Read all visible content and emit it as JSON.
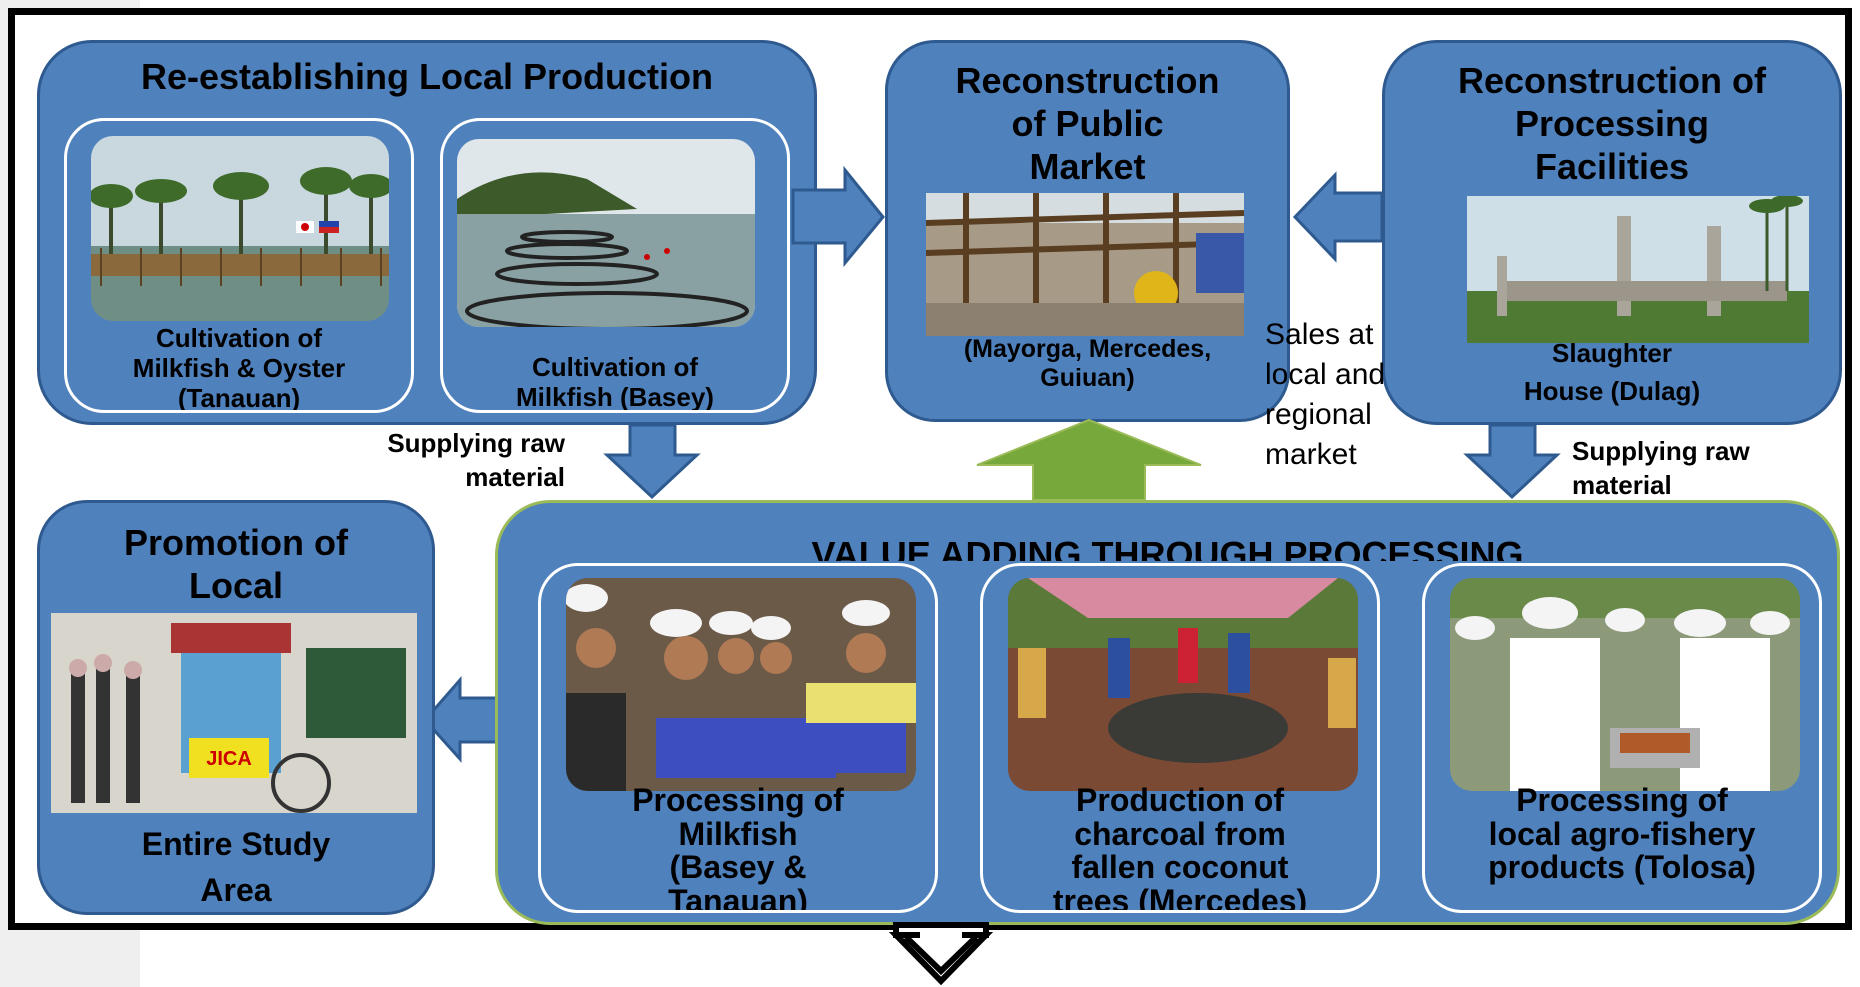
{
  "local_production": {
    "title": "Re-establishing Local Production",
    "items": [
      {
        "caption_l1": "Cultivation  of",
        "caption_l2": "Milkfish & Oyster",
        "caption_l3": "(Tanauan)"
      },
      {
        "caption_l1": "Cultivation  of",
        "caption_l2": "Milkfish  (Basey)"
      }
    ]
  },
  "public_market": {
    "title_l1": "Reconstruction",
    "title_l2": "of Public",
    "title_l3": "Market",
    "caption_l1": "(Mayorga, Mercedes,",
    "caption_l2": "Guiuan)"
  },
  "processing_facilities": {
    "title_l1": "Reconstruction of",
    "title_l2": "Processing",
    "title_l3": "Facilities",
    "caption_l1": "Slaughter",
    "caption_l2": "House  (Dulag)"
  },
  "sales_text": {
    "l1": "Sales at",
    "l2": "local and",
    "l3": "regional",
    "l4": "market"
  },
  "supply_left": {
    "l1": "Supplying raw",
    "l2": "material"
  },
  "supply_right": {
    "l1": "Supplying raw",
    "l2": "material"
  },
  "promotion": {
    "title_l1": "Promotion of",
    "title_l2": "Local",
    "caption_l1": "Entire Study",
    "caption_l2": "Area",
    "sign_text": "JICA"
  },
  "value_adding": {
    "title": "VALUE ADDING THROUGH PROCESSING",
    "items": [
      {
        "l1": "Processing of",
        "l2": "Milkfish",
        "l3": "(Basey &",
        "l4": "Tanauan)"
      },
      {
        "l1": "Production of",
        "l2": "charcoal from",
        "l3": "fallen coconut",
        "l4": "trees (Mercedes)"
      },
      {
        "l1": "Processing of",
        "l2": "local agro-fishery",
        "l3": "products (Tolosa)"
      }
    ]
  },
  "colors": {
    "box_fill": "#4f81bd",
    "box_border": "#2e5a8f",
    "green_border": "#9bbb59",
    "green_arrow": "#77a83b"
  }
}
